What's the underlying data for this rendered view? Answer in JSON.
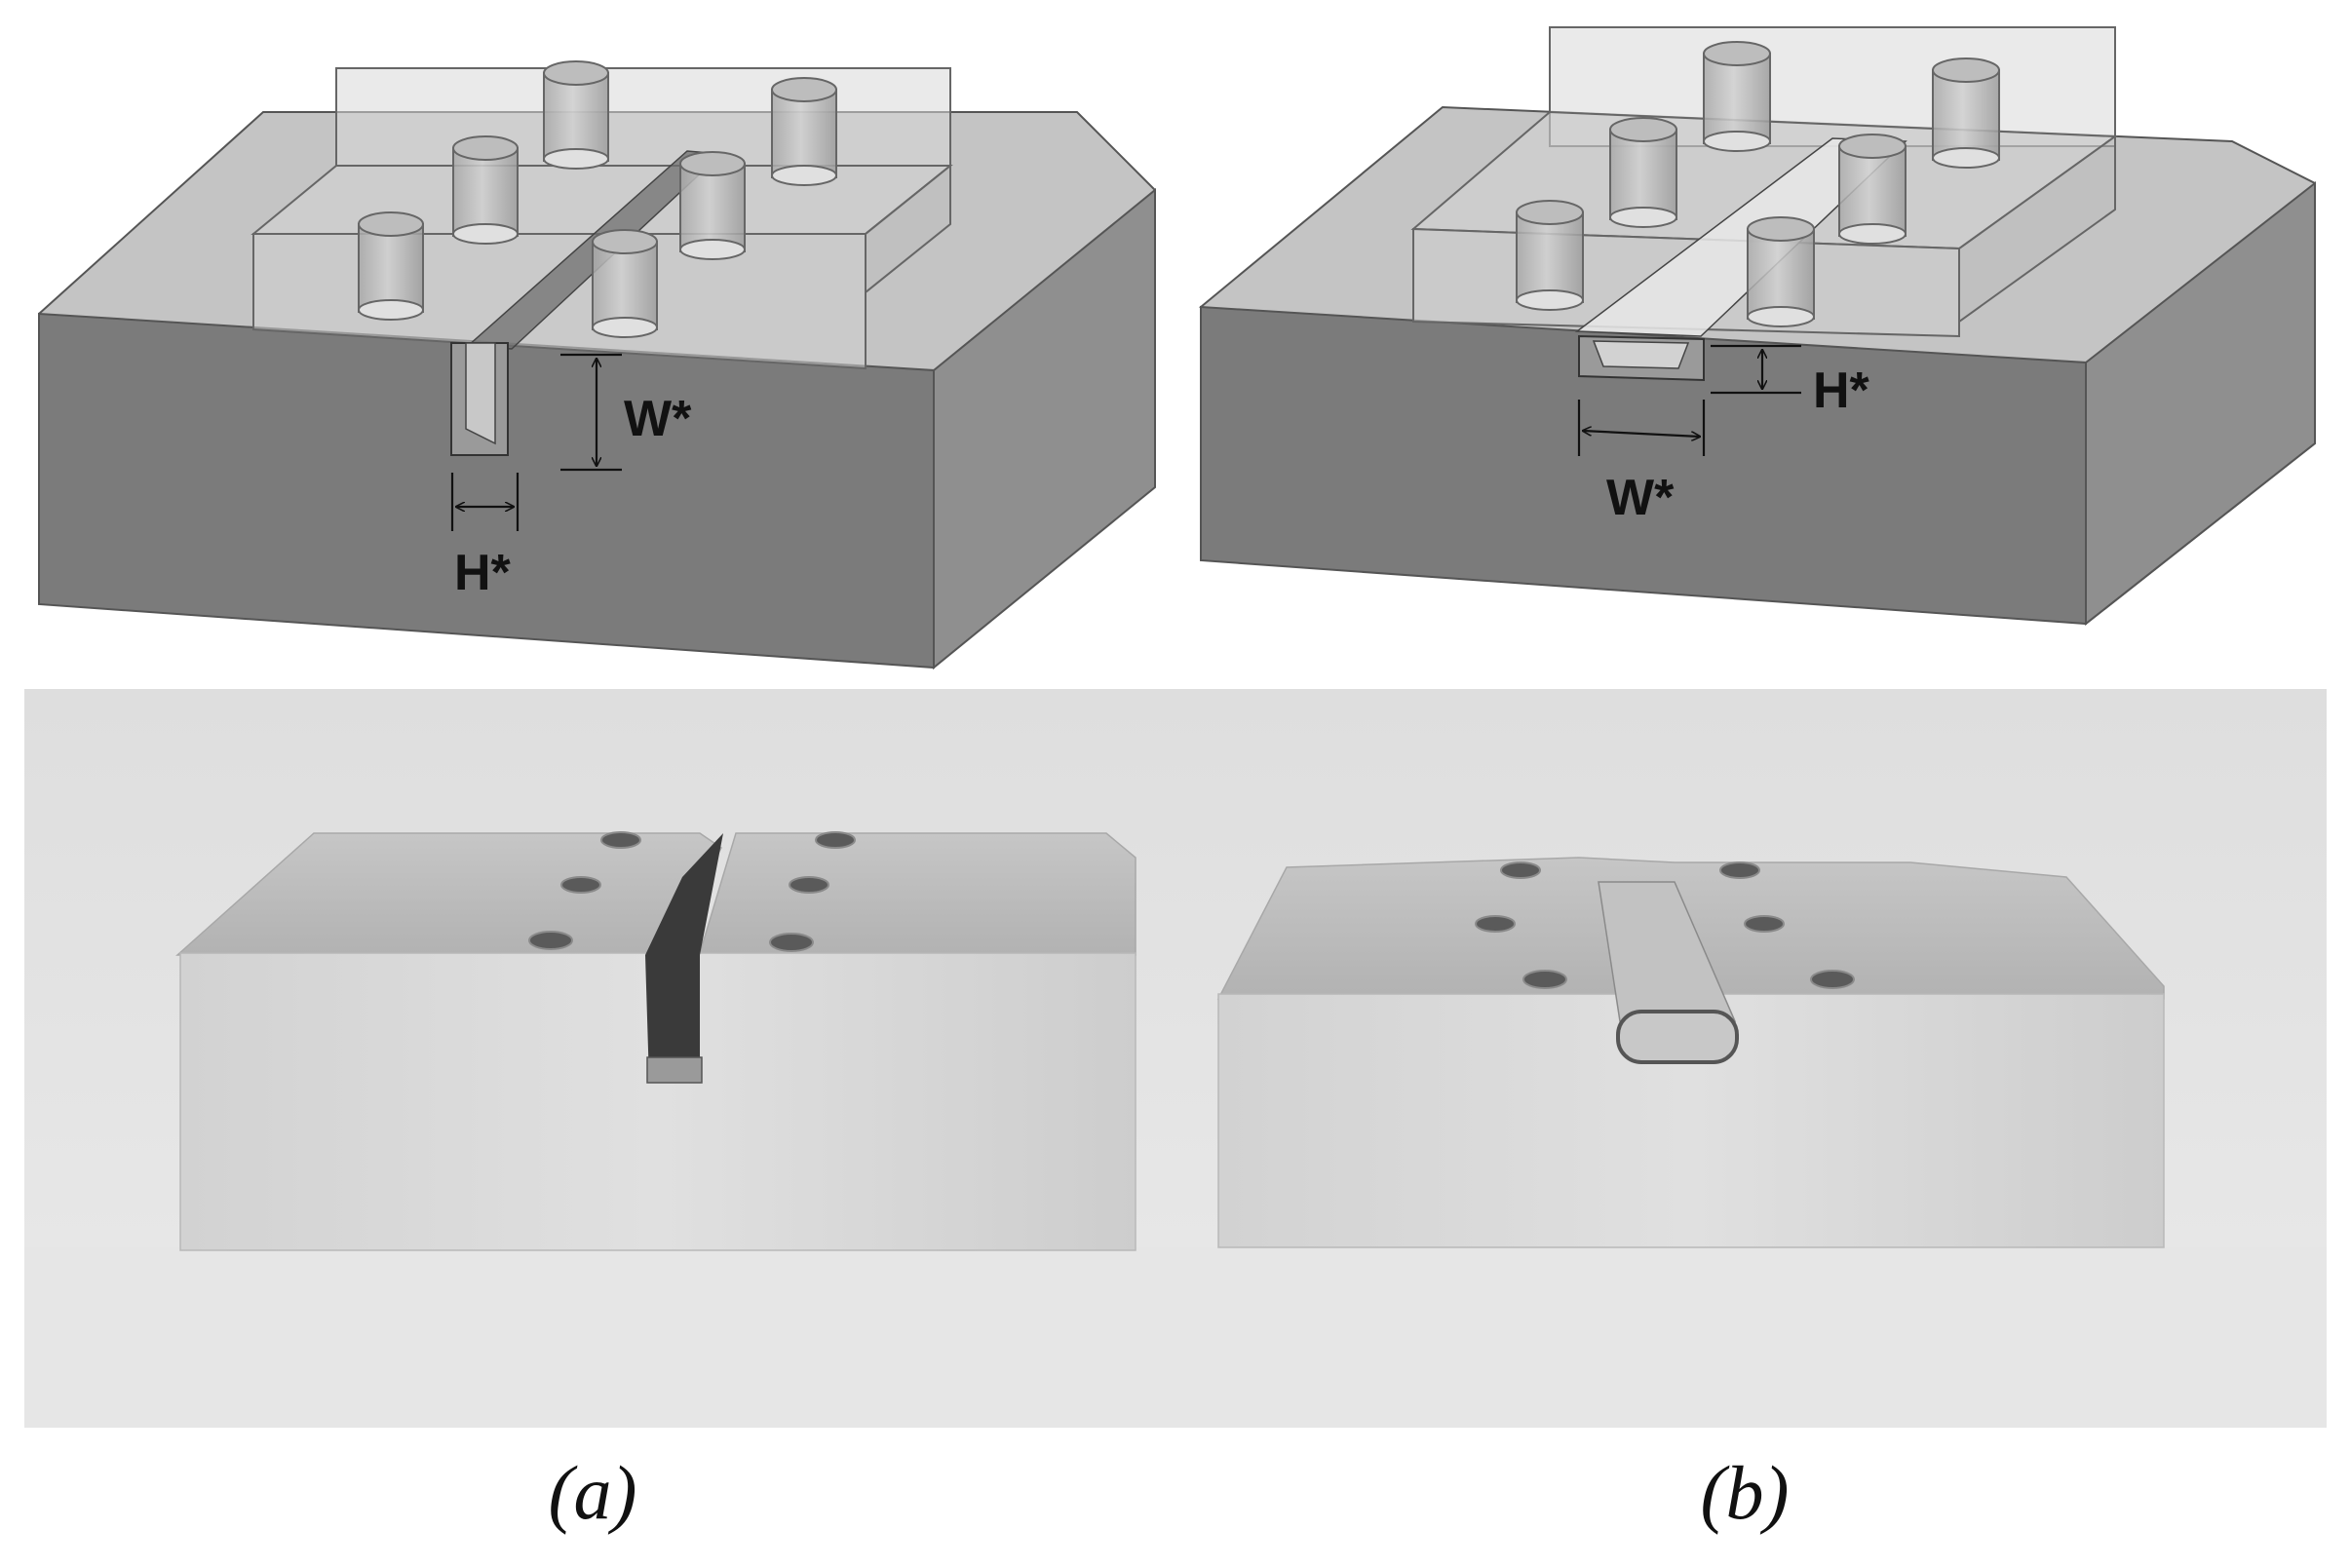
{
  "panel_a": {
    "dim_width_label": "W*",
    "dim_height_label": "H*",
    "caption": "(a)"
  },
  "panel_b": {
    "dim_width_label": "W*",
    "dim_height_label": "H*",
    "caption": "(b)"
  },
  "colors": {
    "block_top": "#c4c4c4",
    "block_front": "#7b7b7b",
    "block_side": "#8f8f8f",
    "photo_background": "#e3e3e3",
    "aluminum": "#d6d6d6"
  }
}
